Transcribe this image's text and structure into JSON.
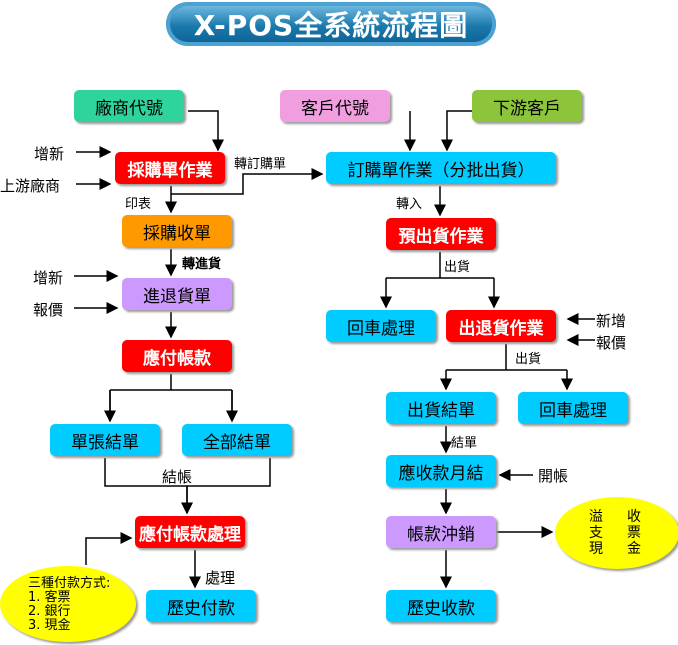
{
  "title": "X-POS全系統流程圖",
  "boxes": {
    "vendor_code": "廠商代號",
    "customer_code": "客戶代號",
    "downstream_customer": "下游客戶",
    "purchase_order": "採購單作業",
    "sales_order": "訂購單作業（分批出貨）",
    "purchase_receipt": "採購收單",
    "pre_shipment": "預出貨作業",
    "goods_in_out": "進退貨單",
    "return_left": "回車處理",
    "ship_return": "出退貨作業",
    "payables": "應付帳款",
    "shipment_close": "出貨結單",
    "return_right": "回車處理",
    "single_close": "單張結單",
    "all_close": "全部結單",
    "receivables_monthly": "應收款月結",
    "payables_processing": "應付帳款處理",
    "writeoff": "帳款沖銷",
    "payment_history": "歷史付款",
    "receipt_history": "歷史收款"
  },
  "labels": {
    "add1": "增新",
    "upstream_vendor": "上游廠商",
    "to_sales_order": "轉訂購單",
    "print": "印表",
    "to_goods_in": "轉進貨",
    "add2": "增新",
    "quote1": "報價",
    "transfer_in": "轉入",
    "ship1": "出貨",
    "new": "新增",
    "quote2": "報價",
    "ship2": "出貨",
    "close_bill": "結單",
    "close_account": "結帳",
    "open_account": "開帳",
    "process": "處理"
  },
  "payment_methods": {
    "title": "三種付款方式:",
    "items": [
      "1. 客票",
      "2. 銀行",
      "3. 現金"
    ]
  },
  "receipt_methods": {
    "rows": [
      [
        "溢",
        "收"
      ],
      [
        "支",
        "票"
      ],
      [
        "現",
        "金"
      ]
    ]
  }
}
